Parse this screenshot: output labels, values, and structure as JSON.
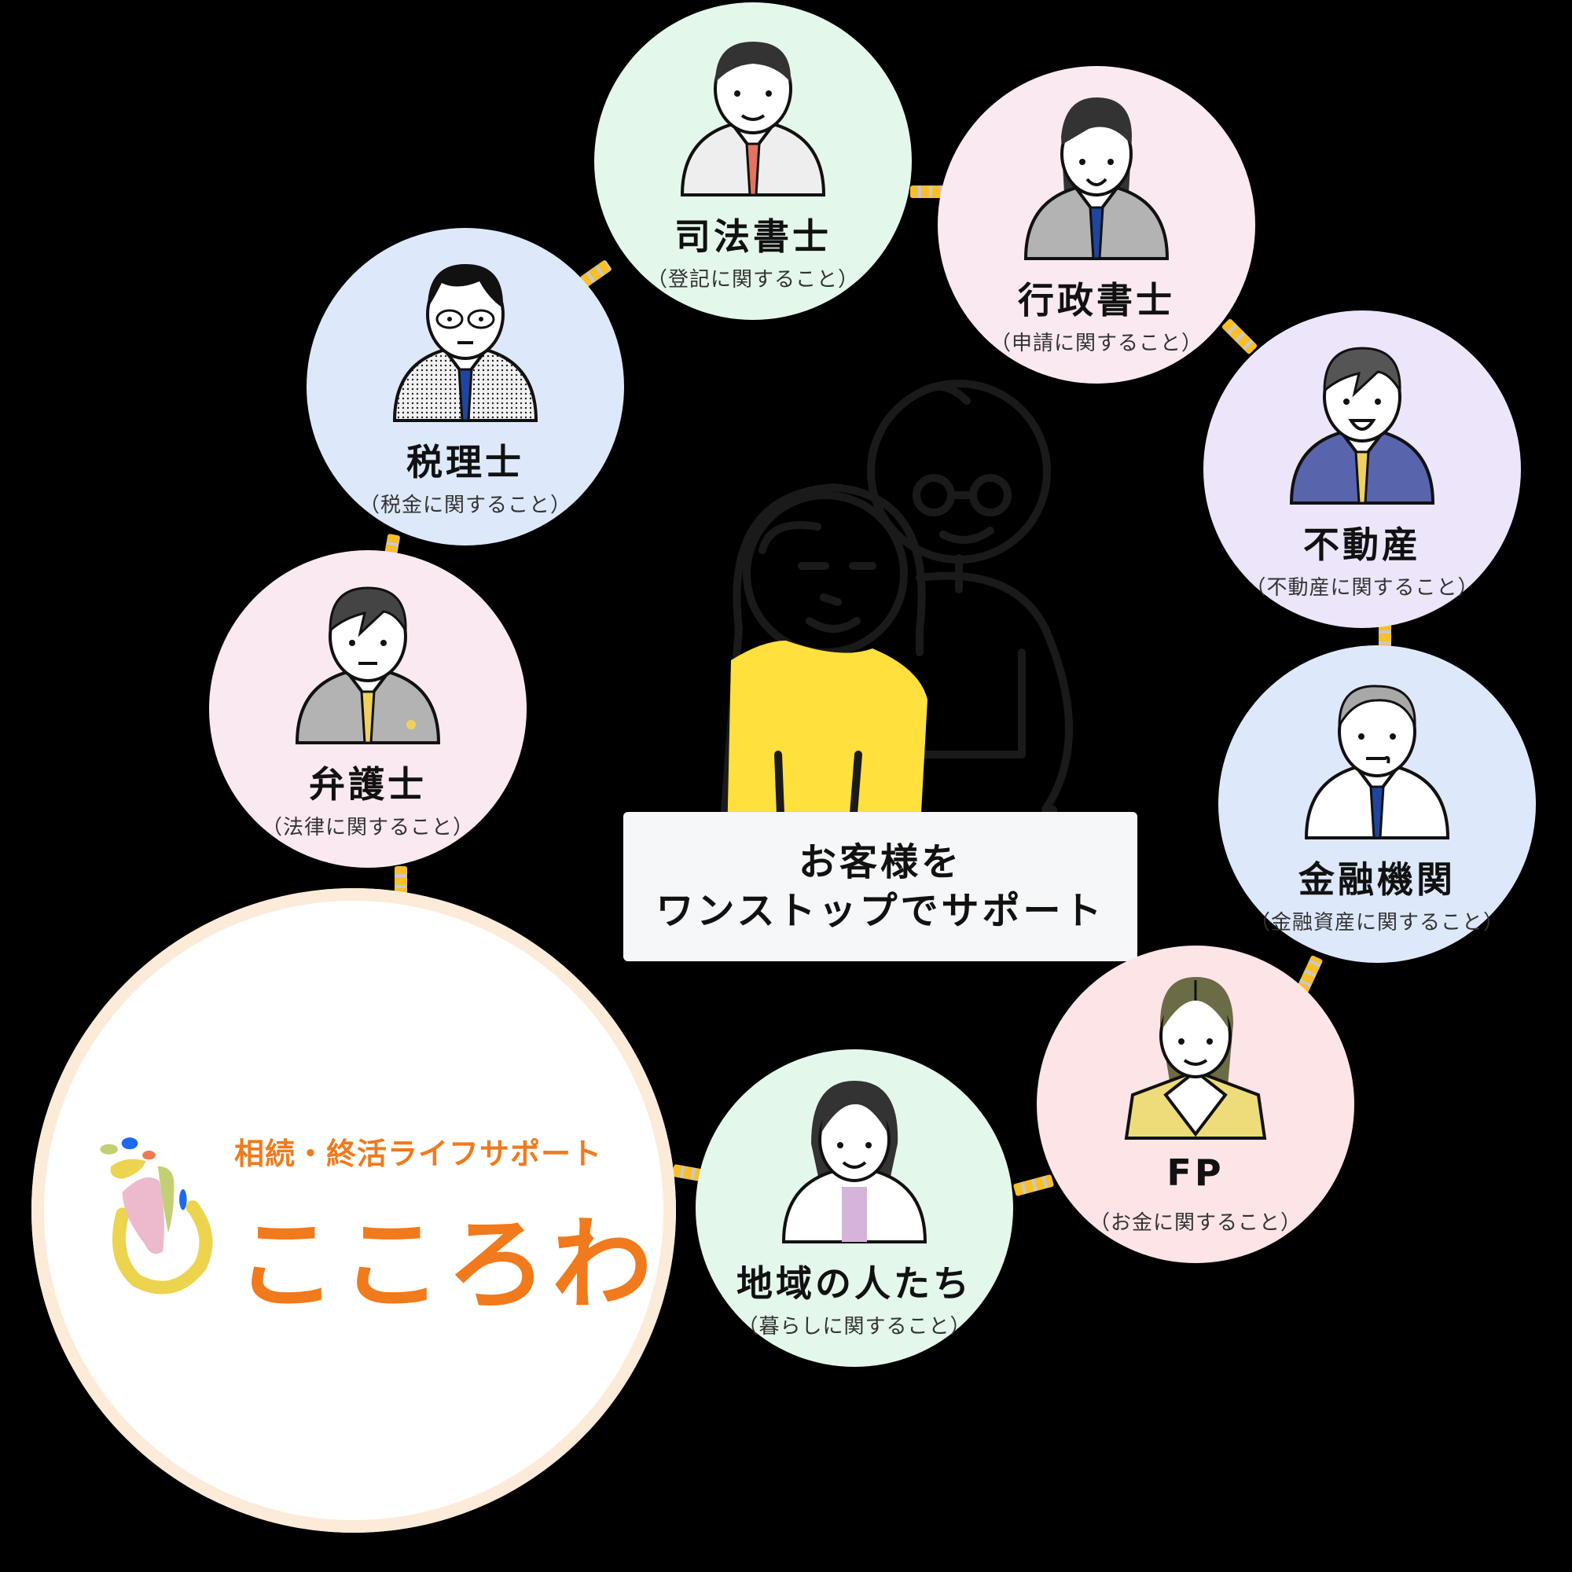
{
  "diagram": {
    "center": {
      "caption_line1": "お客様を",
      "caption_line2": "ワンストップでサポート"
    },
    "hub": {
      "tagline": "相続・終活ライフサポート",
      "name": "こころわ",
      "brand_color": "#f07a1c",
      "ring_color": "#fcebd8"
    },
    "professionals": [
      {
        "title": "司法書士",
        "subtitle": "（登記に関すること）",
        "bg": "#e3f8ea"
      },
      {
        "title": "行政書士",
        "subtitle": "（申請に関すること）",
        "bg": "#fbe9f2"
      },
      {
        "title": "不動産",
        "subtitle": "（不動産に関すること）",
        "bg": "#ede6fa"
      },
      {
        "title": "金融機関",
        "subtitle": "（金融資産に関すること）",
        "bg": "#dde9fb"
      },
      {
        "title": "FP",
        "subtitle": "（お金に関すること）",
        "bg": "#fde4e6"
      },
      {
        "title": "地域の人たち",
        "subtitle": "（暮らしに関すること）",
        "bg": "#e3f8ea"
      },
      {
        "title": "税理士",
        "subtitle": "（税金に関すること）",
        "bg": "#dde9fb"
      },
      {
        "title": "弁護士",
        "subtitle": "（法律に関すること）",
        "bg": "#fbe9f2"
      }
    ],
    "connector_color": "#f8bf2a"
  }
}
